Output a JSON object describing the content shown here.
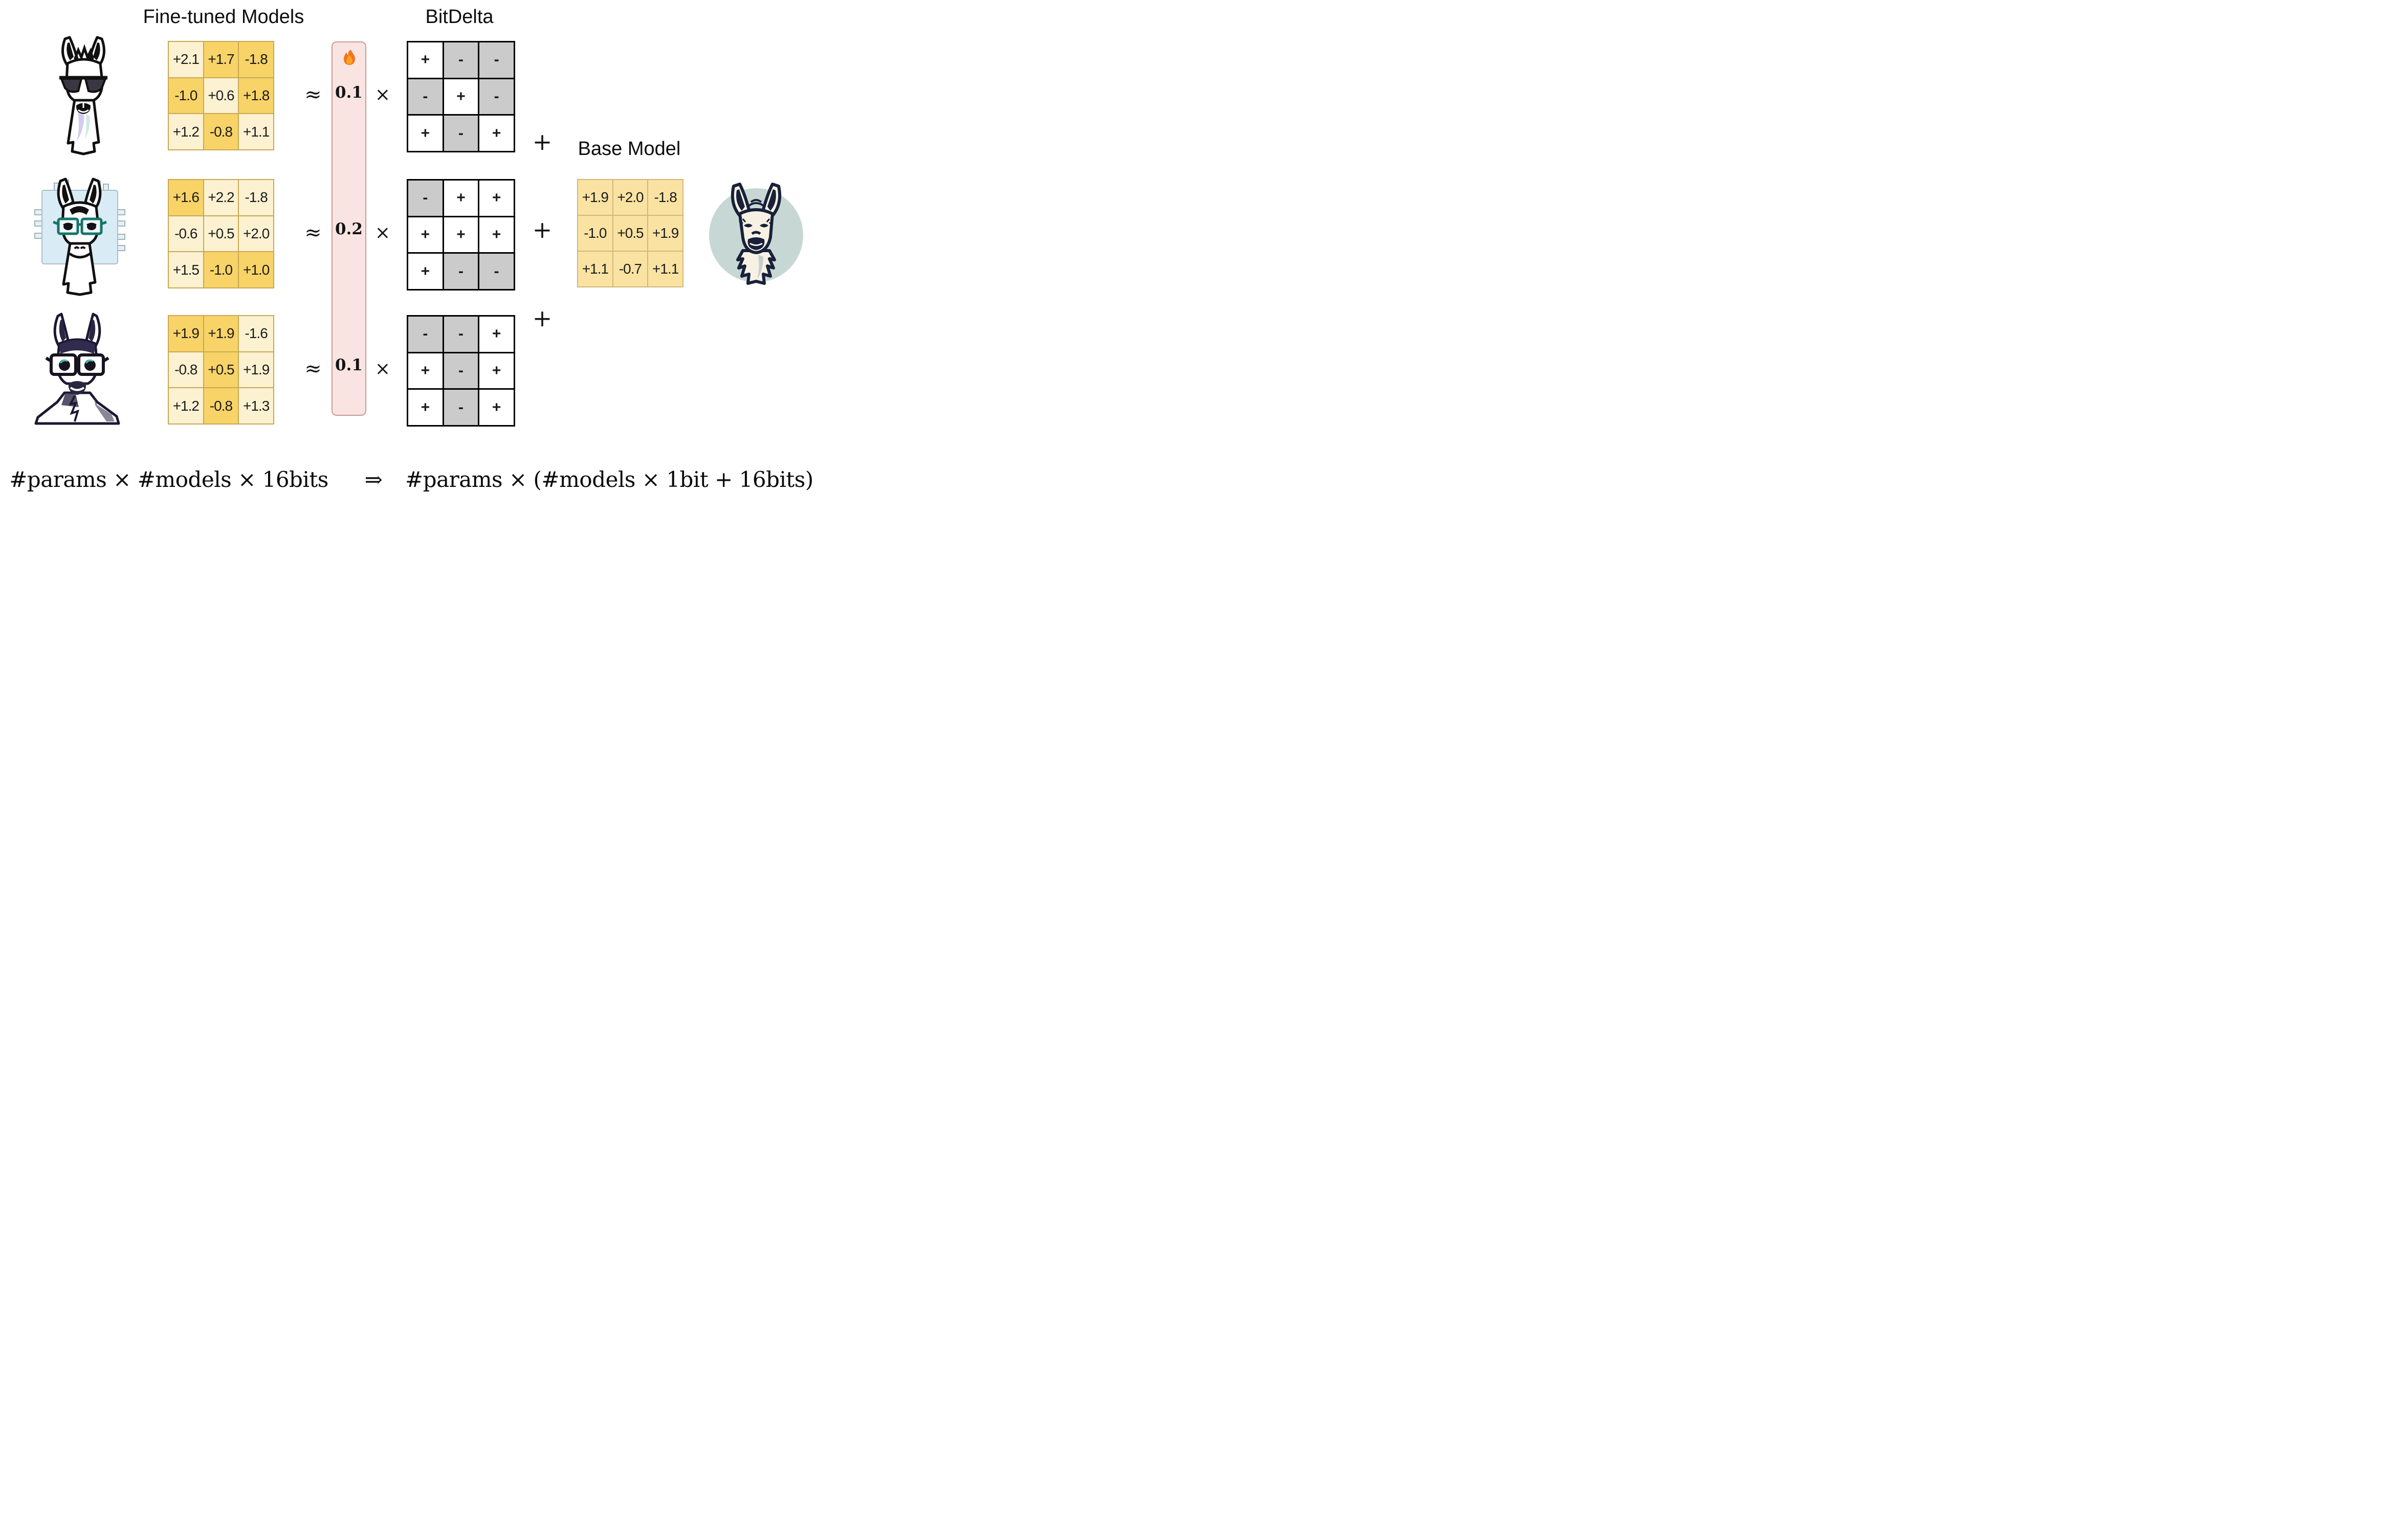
{
  "titles": {
    "finetuned": "Fine-tuned Models",
    "bitdelta": "BitDelta",
    "base_model": "Base Model"
  },
  "ops": {
    "approx": "≈",
    "times": "×",
    "plus": "+",
    "implies": "⇒"
  },
  "scale": {
    "values": [
      "0.1",
      "0.2",
      "0.1"
    ],
    "flame_icon": "flame"
  },
  "ft": [
    {
      "cells": [
        {
          "v": "+2.1",
          "tone": "light"
        },
        {
          "v": "+1.7",
          "tone": "dark"
        },
        {
          "v": "-1.8",
          "tone": "dark"
        },
        {
          "v": "-1.0",
          "tone": "dark"
        },
        {
          "v": "+0.6",
          "tone": "light"
        },
        {
          "v": "+1.8",
          "tone": "dark"
        },
        {
          "v": "+1.2",
          "tone": "light"
        },
        {
          "v": "-0.8",
          "tone": "dark"
        },
        {
          "v": "+1.1",
          "tone": "light"
        }
      ]
    },
    {
      "cells": [
        {
          "v": "+1.6",
          "tone": "dark"
        },
        {
          "v": "+2.2",
          "tone": "light"
        },
        {
          "v": "-1.8",
          "tone": "light"
        },
        {
          "v": "-0.6",
          "tone": "light"
        },
        {
          "v": "+0.5",
          "tone": "light"
        },
        {
          "v": "+2.0",
          "tone": "light"
        },
        {
          "v": "+1.5",
          "tone": "light"
        },
        {
          "v": "-1.0",
          "tone": "dark"
        },
        {
          "v": "+1.0",
          "tone": "dark"
        }
      ]
    },
    {
      "cells": [
        {
          "v": "+1.9",
          "tone": "dark"
        },
        {
          "v": "+1.9",
          "tone": "dark"
        },
        {
          "v": "-1.6",
          "tone": "light"
        },
        {
          "v": "-0.8",
          "tone": "light"
        },
        {
          "v": "+0.5",
          "tone": "dark"
        },
        {
          "v": "+1.9",
          "tone": "light"
        },
        {
          "v": "+1.2",
          "tone": "light"
        },
        {
          "v": "-0.8",
          "tone": "dark"
        },
        {
          "v": "+1.3",
          "tone": "light"
        }
      ]
    }
  ],
  "sg": [
    {
      "cells": [
        {
          "v": "+",
          "tone": "pos"
        },
        {
          "v": "-",
          "tone": "neg"
        },
        {
          "v": "-",
          "tone": "neg"
        },
        {
          "v": "-",
          "tone": "neg"
        },
        {
          "v": "+",
          "tone": "pos"
        },
        {
          "v": "-",
          "tone": "neg"
        },
        {
          "v": "+",
          "tone": "pos"
        },
        {
          "v": "-",
          "tone": "neg"
        },
        {
          "v": "+",
          "tone": "pos"
        }
      ]
    },
    {
      "cells": [
        {
          "v": "-",
          "tone": "neg"
        },
        {
          "v": "+",
          "tone": "pos"
        },
        {
          "v": "+",
          "tone": "pos"
        },
        {
          "v": "+",
          "tone": "pos"
        },
        {
          "v": "+",
          "tone": "pos"
        },
        {
          "v": "+",
          "tone": "pos"
        },
        {
          "v": "+",
          "tone": "pos"
        },
        {
          "v": "-",
          "tone": "neg"
        },
        {
          "v": "-",
          "tone": "neg"
        }
      ]
    },
    {
      "cells": [
        {
          "v": "-",
          "tone": "neg"
        },
        {
          "v": "-",
          "tone": "neg"
        },
        {
          "v": "+",
          "tone": "pos"
        },
        {
          "v": "+",
          "tone": "pos"
        },
        {
          "v": "-",
          "tone": "neg"
        },
        {
          "v": "+",
          "tone": "pos"
        },
        {
          "v": "+",
          "tone": "pos"
        },
        {
          "v": "-",
          "tone": "neg"
        },
        {
          "v": "+",
          "tone": "pos"
        }
      ]
    }
  ],
  "base": {
    "cells": [
      {
        "v": "+1.9"
      },
      {
        "v": "+2.0"
      },
      {
        "v": "-1.8"
      },
      {
        "v": "-1.0"
      },
      {
        "v": "+0.5"
      },
      {
        "v": "+1.9"
      },
      {
        "v": "+1.1"
      },
      {
        "v": "-0.7"
      },
      {
        "v": "+1.1"
      }
    ]
  },
  "formula": {
    "left": "#params × #models × 16bits",
    "arrow": "⇒",
    "right": "#params × (#models × 1bit + 16bits)"
  },
  "images": {
    "llama_top": "fine-tuned llama with sunglasses",
    "llama_middle": "fine-tuned llama with glasses on chip",
    "llama_bottom": "fine-tuned llama with glasses",
    "llama_base": "base model llama in circle"
  },
  "colors": {
    "cell_light": "#FCF2D2",
    "cell_dark": "#F8D368",
    "cell_border": "#C9A850",
    "sign_neg": "#CBCBCB",
    "base_cell": "#FAE3A2",
    "base_border": "#D2B878",
    "scale_bg": "#FAE4E2",
    "scale_border": "#C89A97",
    "flame_orange": "#F4731C",
    "flame_inner": "#FCA321"
  }
}
